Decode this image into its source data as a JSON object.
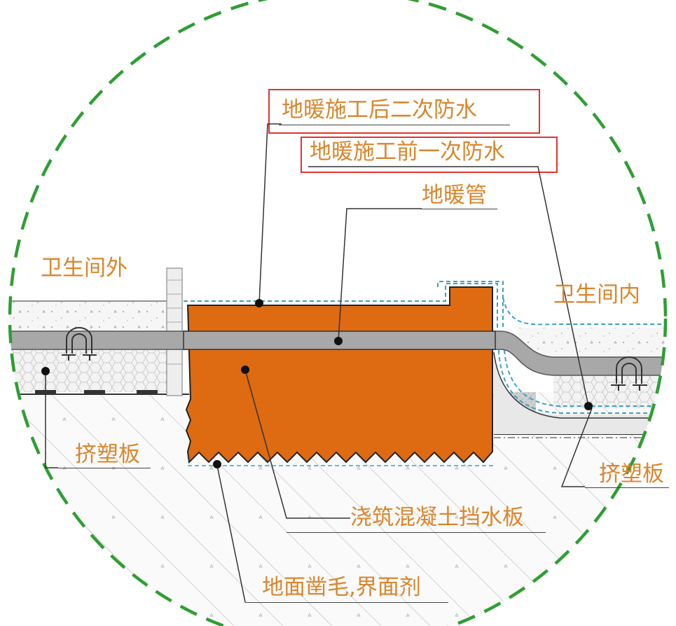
{
  "labels": {
    "after_waterproof": "地暖施工后二次防水",
    "before_waterproof": "地暖施工前一次防水",
    "heating_pipe": "地暖管",
    "outside_bathroom": "卫生间外",
    "inside_bathroom": "卫生间内",
    "xps_left": "挤塑板",
    "xps_right": "挤塑板",
    "concrete_board": "浇筑混凝土挡水板",
    "floor_roughening": "地面凿毛,界面剂"
  },
  "colors": {
    "circle": "#2f9e33",
    "concrete": "#de6a12",
    "label_text": "#d9862c",
    "highlight_box": "#e2332f",
    "waterproof_dash": "#3aa0c4",
    "pipe": "#a8a8a8"
  }
}
